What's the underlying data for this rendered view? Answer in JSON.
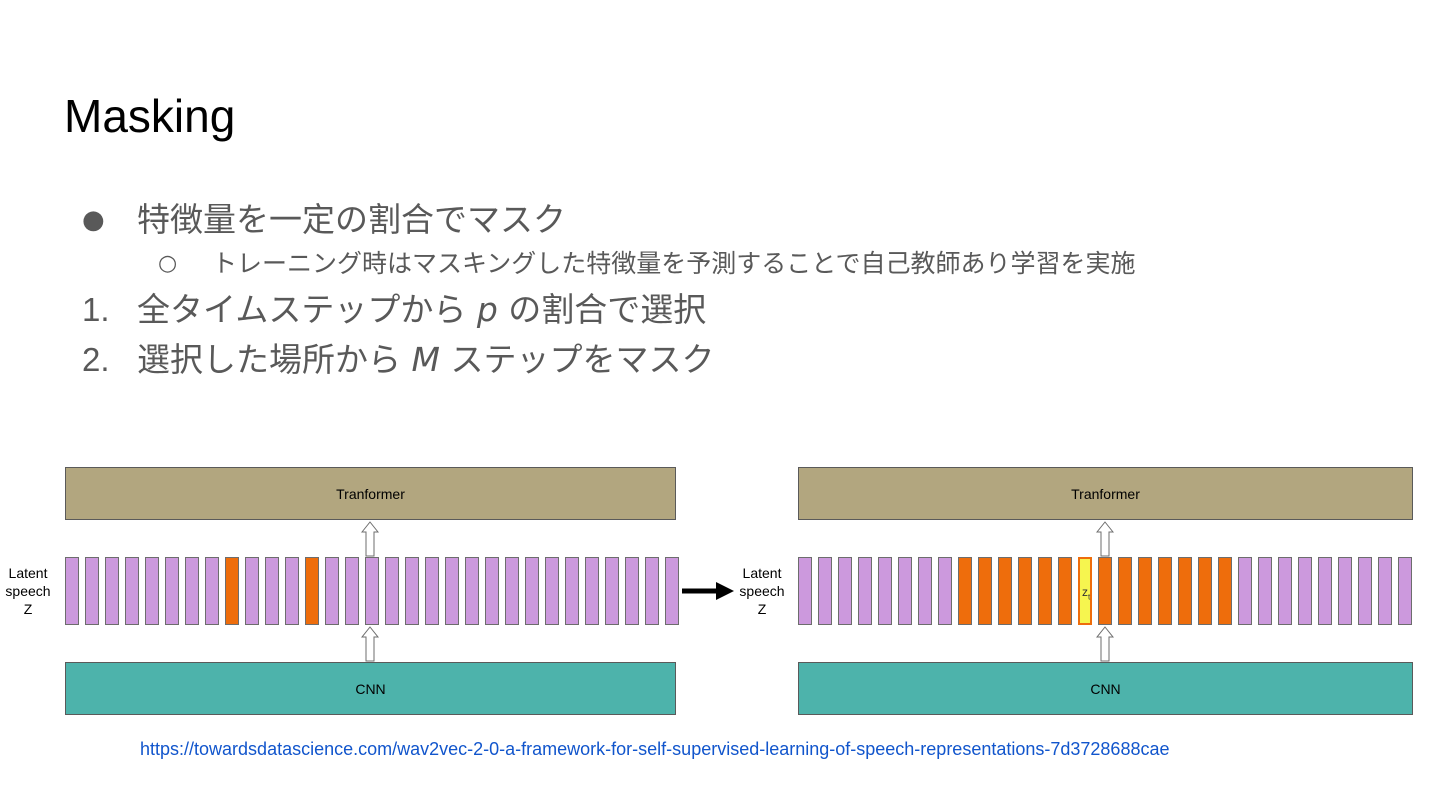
{
  "slide": {
    "title": "Masking",
    "bullets": [
      {
        "marker": "●",
        "text": "特徴量を一定の割合でマスク"
      },
      {
        "marker": "○",
        "text": "トレーニング時はマスキングした特徴量を予測することで自己教師あり学習を実施"
      }
    ],
    "steps": [
      {
        "marker": "1.",
        "before": "全タイムステップから ",
        "var": "p",
        "after": " の割合で選択"
      },
      {
        "marker": "2.",
        "before": "選択した場所から ",
        "var": "M",
        "after": " ステップをマスク"
      }
    ]
  },
  "diagram": {
    "colors": {
      "transformer": "#b2a67f",
      "cnn": "#4db3ab",
      "unmasked": "#cc99dd",
      "masked": "#ee6d0c",
      "highlight": "#f6f54f"
    },
    "left": {
      "transformer_label": "Tranformer",
      "cnn_label": "CNN",
      "latent_label_lines": [
        "Latent",
        "speech",
        "Z"
      ],
      "bar_count": 31,
      "masked_indices": [
        8,
        12
      ]
    },
    "right": {
      "transformer_label": "Tranformer",
      "cnn_label": "CNN",
      "latent_label_lines": [
        "Latent",
        "speech",
        "Z"
      ],
      "bar_count": 31,
      "masked_indices": [
        8,
        9,
        10,
        11,
        12,
        13,
        14,
        15,
        16,
        17,
        18,
        19,
        20,
        21
      ],
      "highlight_index": 14,
      "highlight_label": "z",
      "highlight_subscript": "t"
    }
  },
  "source": {
    "url": "https://towardsdatascience.com/wav2vec-2-0-a-framework-for-self-supervised-learning-of-speech-representations-7d3728688cae"
  }
}
